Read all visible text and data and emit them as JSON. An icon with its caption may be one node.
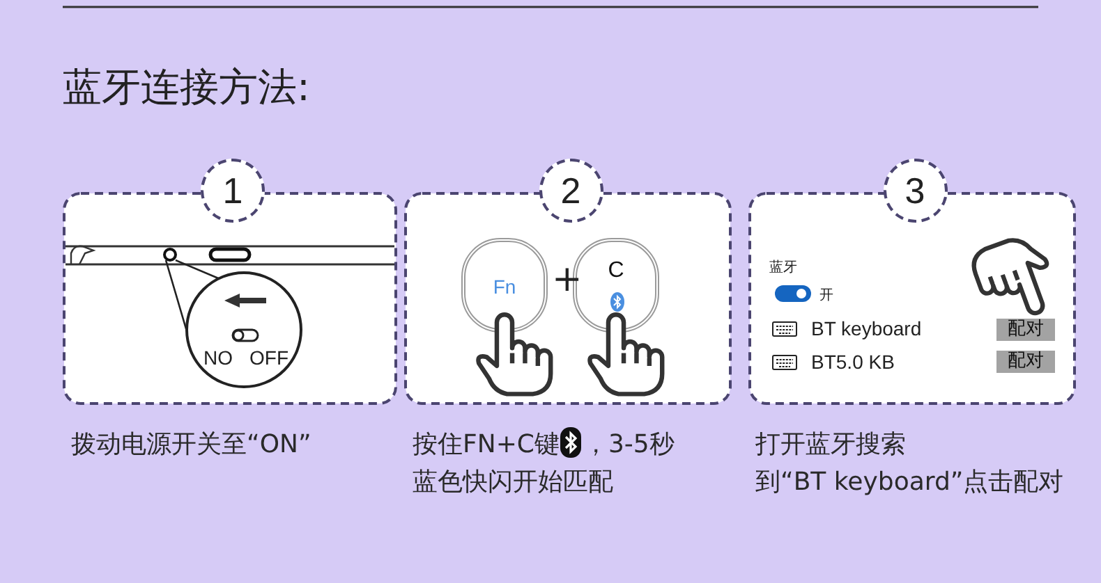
{
  "diagram": {
    "title": "蓝牙连接方法:",
    "nodes": [
      {
        "text": [
          "1"
        ],
        "beside": [
          "拨动电源开关至“ON”"
        ]
      },
      {
        "text": [],
        "shape": "circle",
        "in": 0
      },
      {
        "text": [
          "NO",
          "OFF"
        ],
        "in": 0
      },
      {
        "text": [
          "2"
        ],
        "beside": [
          "按住FN+C键",
          "，3-5秒蓝色快闪开始匹配"
        ]
      },
      {
        "text": [
          "Fn"
        ],
        "in": 3
      },
      {
        "text": [
          "C"
        ],
        "in": 3
      },
      {
        "text": [
          "3"
        ],
        "beside": [
          "打开蓝牙搜索到“BT keyboard”点击配对"
        ]
      },
      {
        "text": [
          "配对"
        ],
        "in": 6
      },
      {
        "text": [
          "配对"
        ],
        "in": 6
      }
    ],
    "edges": [
      {
        "from": 1,
        "to": 2,
        "arrow": "none"
      }
    ],
    "labels": [
      "+",
      "蓝牙",
      "开",
      "BT keyboard",
      "BT5.0 KB"
    ]
  }
}
